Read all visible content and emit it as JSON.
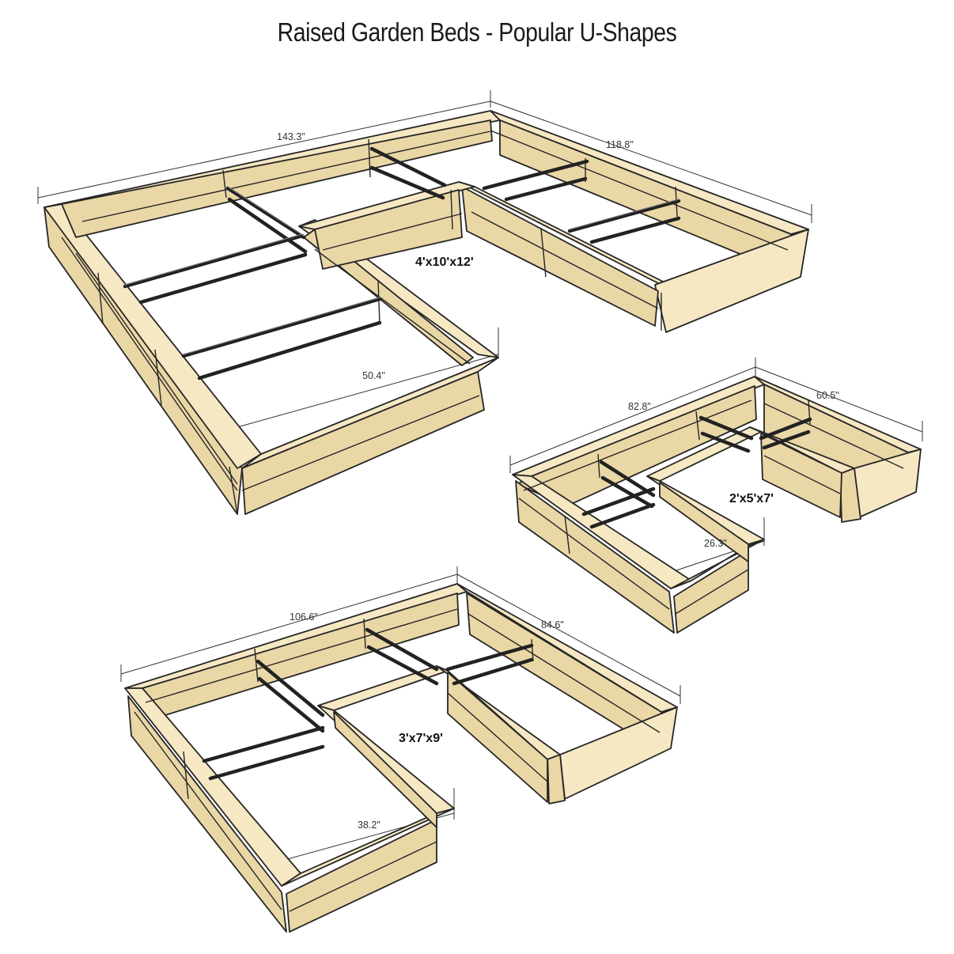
{
  "title": "Raised Garden Beds - Popular U-Shapes",
  "colors": {
    "wood_top": "#f6e8c3",
    "wood_side": "#ead7a6",
    "outline": "#262626",
    "rod": "#222222"
  },
  "beds": [
    {
      "size_label": "4'x10'x12'",
      "dimensions": {
        "length": "143.3\"",
        "depth": "118.8\"",
        "arm_width": "50.4\""
      }
    },
    {
      "size_label": "2'x5'x7'",
      "dimensions": {
        "length": "82.8\"",
        "depth": "60.5\"",
        "arm_width": "26.3\""
      }
    },
    {
      "size_label": "3'x7'x9'",
      "dimensions": {
        "length": "106.6\"",
        "depth": "84.6\"",
        "arm_width": "38.2\""
      }
    }
  ]
}
